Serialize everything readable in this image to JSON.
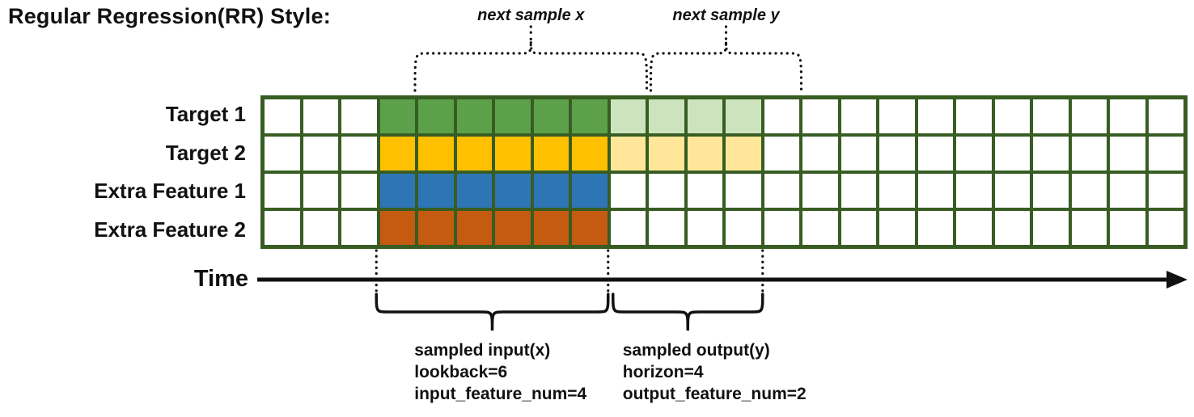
{
  "title": "Regular Regression(RR) Style:",
  "rows": [
    {
      "label": "Target 1",
      "fill": "#5da04a",
      "light_fill": "#cde3bd"
    },
    {
      "label": "Target 2",
      "fill": "#ffc000",
      "light_fill": "#ffe699"
    },
    {
      "label": "Extra Feature 1",
      "fill": "#2e75b6",
      "light_fill": ""
    },
    {
      "label": "Extra Feature 2",
      "fill": "#c55a11",
      "light_fill": ""
    }
  ],
  "grid": {
    "columns": 24,
    "input_start_col": 3,
    "lookback": 6,
    "horizon": 4,
    "next_sample_shift": 1,
    "border_color": "#375d23",
    "empty_fill": "#ffffff",
    "annotation_color": "#111111"
  },
  "annotations": {
    "next_sample_x": "next sample x",
    "next_sample_y": "next sample y",
    "time_label": "Time",
    "input_lines": [
      "sampled input(x)",
      "lookback=6",
      "input_feature_num=4"
    ],
    "output_lines": [
      "sampled output(y)",
      "horizon=4",
      "output_feature_num=2"
    ]
  }
}
